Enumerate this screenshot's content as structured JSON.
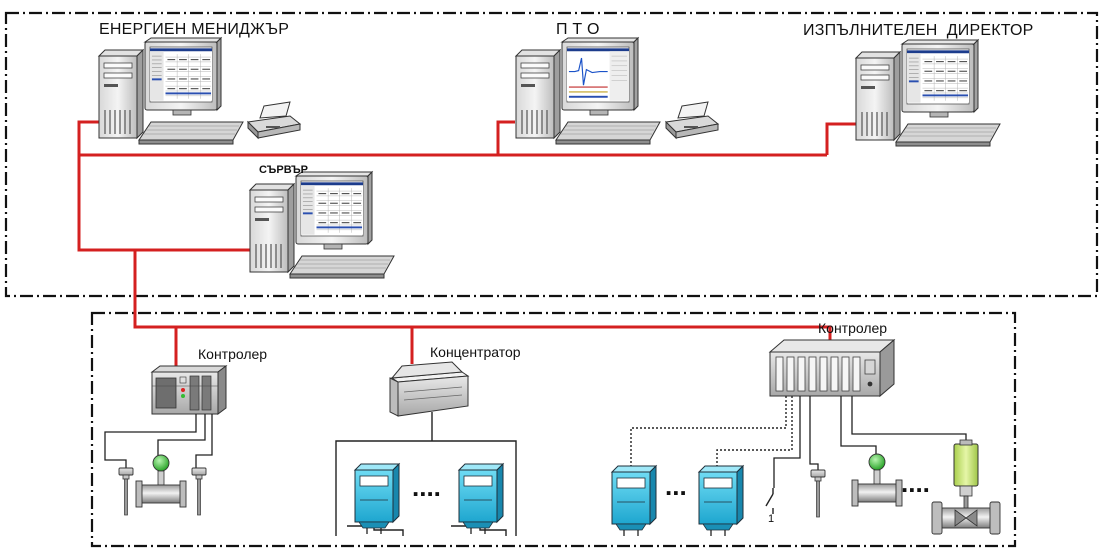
{
  "labels": {
    "energy_manager": "ЕНЕРГИЕН МЕНИДЖЪР",
    "pto": "П Т О",
    "executive_director": "ИЗПЪЛНИТЕЛЕН  ДИРЕКТОР",
    "server": "СЪРВЪР",
    "controller_left": "Контролер",
    "concentrator": "Концентратор",
    "controller_right": "Контролер",
    "ellipsis_meters_mid": "....",
    "ellipsis_meters_right": "...",
    "ellipsis_sensors_right": "....",
    "switch_mark": "1"
  },
  "colors": {
    "network_line": "#d42020",
    "meter_fill": "#39c6e8",
    "valve_actuator": "#cfe98a",
    "indicator_green": "#3cc63c"
  },
  "icons": [
    "workstation-icon",
    "printer-icon",
    "server-icon",
    "plc-controller-icon",
    "concentrator-icon",
    "rack-controller-icon",
    "energy-meter-icon",
    "temperature-sensor-icon",
    "flow-meter-icon",
    "switch-icon",
    "control-valve-icon"
  ]
}
